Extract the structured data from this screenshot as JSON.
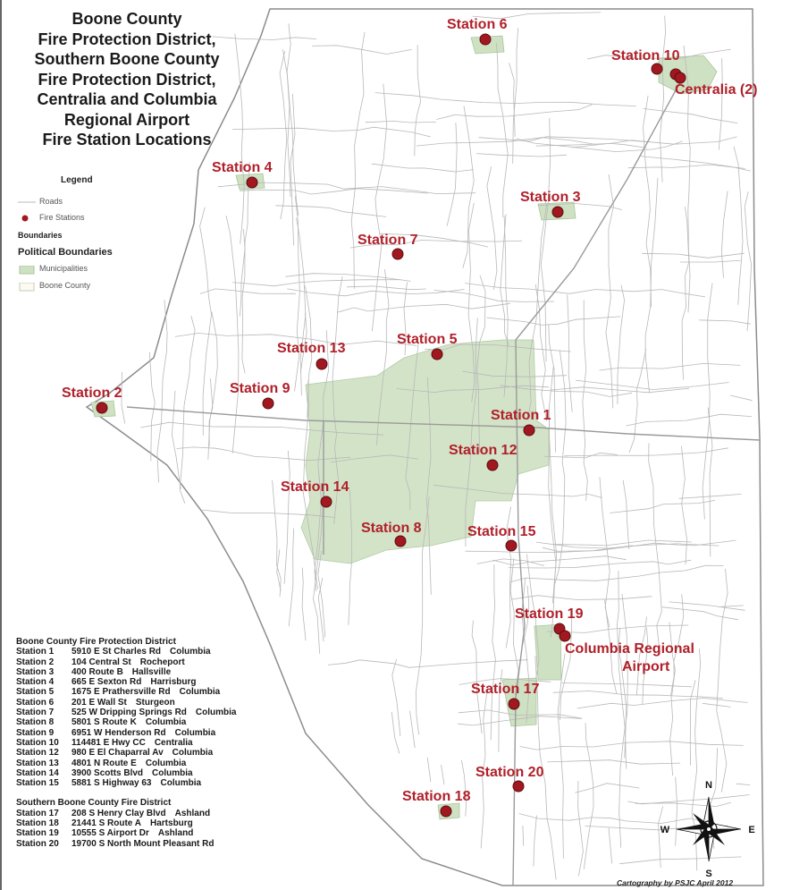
{
  "title_lines": [
    "Boone County",
    "Fire Protection District,",
    "Southern Boone County",
    "Fire Protection District,",
    "Centralia and Columbia",
    "Regional Airport",
    "Fire Station Locations"
  ],
  "legend": {
    "title": "Legend",
    "roads": "Roads",
    "fire_stations": "Fire Stations",
    "boundaries": "Boundaries",
    "political_boundaries": "Political Boundaries",
    "municipalities": "Municipalities",
    "boone_county": "Boone County"
  },
  "colors": {
    "station_dot": "#a11820",
    "station_label": "#b0202a",
    "municipality_fill": "#cfe1c3",
    "roads": "#b8b8b8",
    "county_boundary": "#8c8c8c"
  },
  "map_labels": [
    {
      "id": "station-6",
      "text": "Station 6"
    },
    {
      "id": "station-10",
      "text": "Station 10"
    },
    {
      "id": "centralia",
      "text": "Centralia (2)"
    },
    {
      "id": "station-4",
      "text": "Station 4"
    },
    {
      "id": "station-3",
      "text": "Station 3"
    },
    {
      "id": "station-7",
      "text": "Station 7"
    },
    {
      "id": "station-13",
      "text": "Station 13"
    },
    {
      "id": "station-5",
      "text": "Station 5"
    },
    {
      "id": "station-2",
      "text": "Station 2"
    },
    {
      "id": "station-9",
      "text": "Station 9"
    },
    {
      "id": "station-1",
      "text": "Station 1"
    },
    {
      "id": "station-12",
      "text": "Station 12"
    },
    {
      "id": "station-14",
      "text": "Station 14"
    },
    {
      "id": "station-8",
      "text": "Station 8"
    },
    {
      "id": "station-15",
      "text": "Station 15"
    },
    {
      "id": "station-19",
      "text": "Station 19"
    },
    {
      "id": "columbia-airport-1",
      "text": "Columbia Regional"
    },
    {
      "id": "columbia-airport-2",
      "text": "Airport"
    },
    {
      "id": "station-17",
      "text": "Station 17"
    },
    {
      "id": "station-20",
      "text": "Station 20"
    },
    {
      "id": "station-18",
      "text": "Station 18"
    }
  ],
  "station_lists": [
    {
      "heading": "Boone County Fire Protection District",
      "rows": [
        {
          "station": "Station 1",
          "address": "5910 E St Charles Rd",
          "city": "Columbia"
        },
        {
          "station": "Station 2",
          "address": "104 Central St",
          "city": "Rocheport"
        },
        {
          "station": "Station 3",
          "address": "400 Route B",
          "city": "Hallsville"
        },
        {
          "station": "Station 4",
          "address": "665 E Sexton Rd",
          "city": "Harrisburg"
        },
        {
          "station": "Station 5",
          "address": "1675 E Prathersville Rd",
          "city": "Columbia"
        },
        {
          "station": "Station 6",
          "address": "201 E Wall St",
          "city": "Sturgeon"
        },
        {
          "station": "Station 7",
          "address": "525 W Dripping Springs Rd",
          "city": "Columbia"
        },
        {
          "station": "Station 8",
          "address": "5801 S Route K",
          "city": "Columbia"
        },
        {
          "station": "Station 9",
          "address": "6951 W Henderson Rd",
          "city": "Columbia"
        },
        {
          "station": "Station 10",
          "address": "114481 E Hwy CC",
          "city": "Centralia"
        },
        {
          "station": "Station 12",
          "address": "980 E El Chaparral Av",
          "city": "Columbia"
        },
        {
          "station": "Station 13",
          "address": "4801 N Route E",
          "city": "Columbia"
        },
        {
          "station": "Station 14",
          "address": "3900 Scotts Blvd",
          "city": "Columbia"
        },
        {
          "station": "Station 15",
          "address": "5881 S Highway 63",
          "city": "Columbia"
        }
      ]
    },
    {
      "heading": "Southern Boone County Fire District",
      "rows": [
        {
          "station": "Station 17",
          "address": "208 S Henry Clay Blvd",
          "city": "Ashland"
        },
        {
          "station": "Station 18",
          "address": "21441 S Route A",
          "city": "Hartsburg"
        },
        {
          "station": "Station 19",
          "address": "10555 S Airport Dr",
          "city": "Ashland"
        },
        {
          "station": "Station 20",
          "address": "19700 S North Mount Pleasant Rd",
          "city": ""
        }
      ]
    }
  ],
  "compass": {
    "n": "N",
    "s": "S",
    "e": "E",
    "w": "W"
  },
  "credit": "Cartography by PSJC April 2012"
}
